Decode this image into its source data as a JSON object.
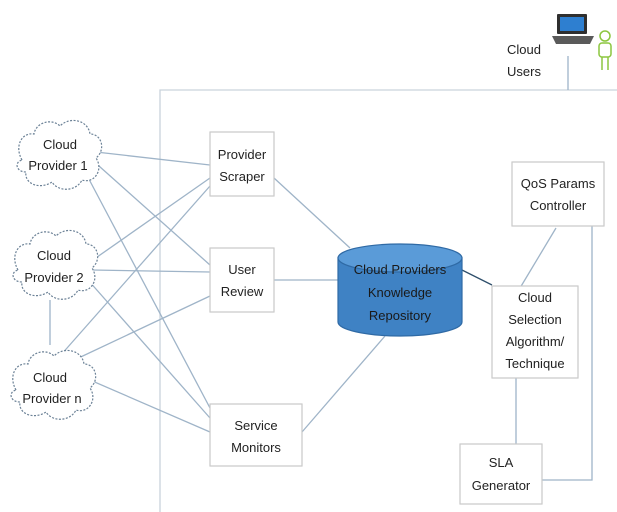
{
  "diagram": {
    "users": {
      "label_line1": "Cloud",
      "label_line2": "Users"
    },
    "providers": [
      {
        "line1": "Cloud",
        "line2": "Provider 1"
      },
      {
        "line1": "Cloud",
        "line2": "Provider 2"
      },
      {
        "line1": "Cloud",
        "line2": "Provider n"
      }
    ],
    "components": {
      "scraper": {
        "line1": "Provider",
        "line2": "Scraper"
      },
      "review": {
        "line1": "User",
        "line2": "Review"
      },
      "monitors": {
        "line1": "Service",
        "line2": "Monitors"
      },
      "repository": {
        "line1": "Cloud Providers",
        "line2": "Knowledge",
        "line3": "Repository"
      },
      "qos": {
        "line1": "QoS Params",
        "line2": "Controller"
      },
      "selection": {
        "line1": "Cloud",
        "line2": "Selection",
        "line3": "Algorithm/",
        "line4": "Technique"
      },
      "sla": {
        "line1": "SLA",
        "line2": "Generator"
      }
    },
    "colors": {
      "repository_fill": "#3f82c4",
      "repository_top": "#5a9bd8",
      "laptop_screen": "#2e7fd0",
      "user_figure": "#8cc63f"
    }
  }
}
